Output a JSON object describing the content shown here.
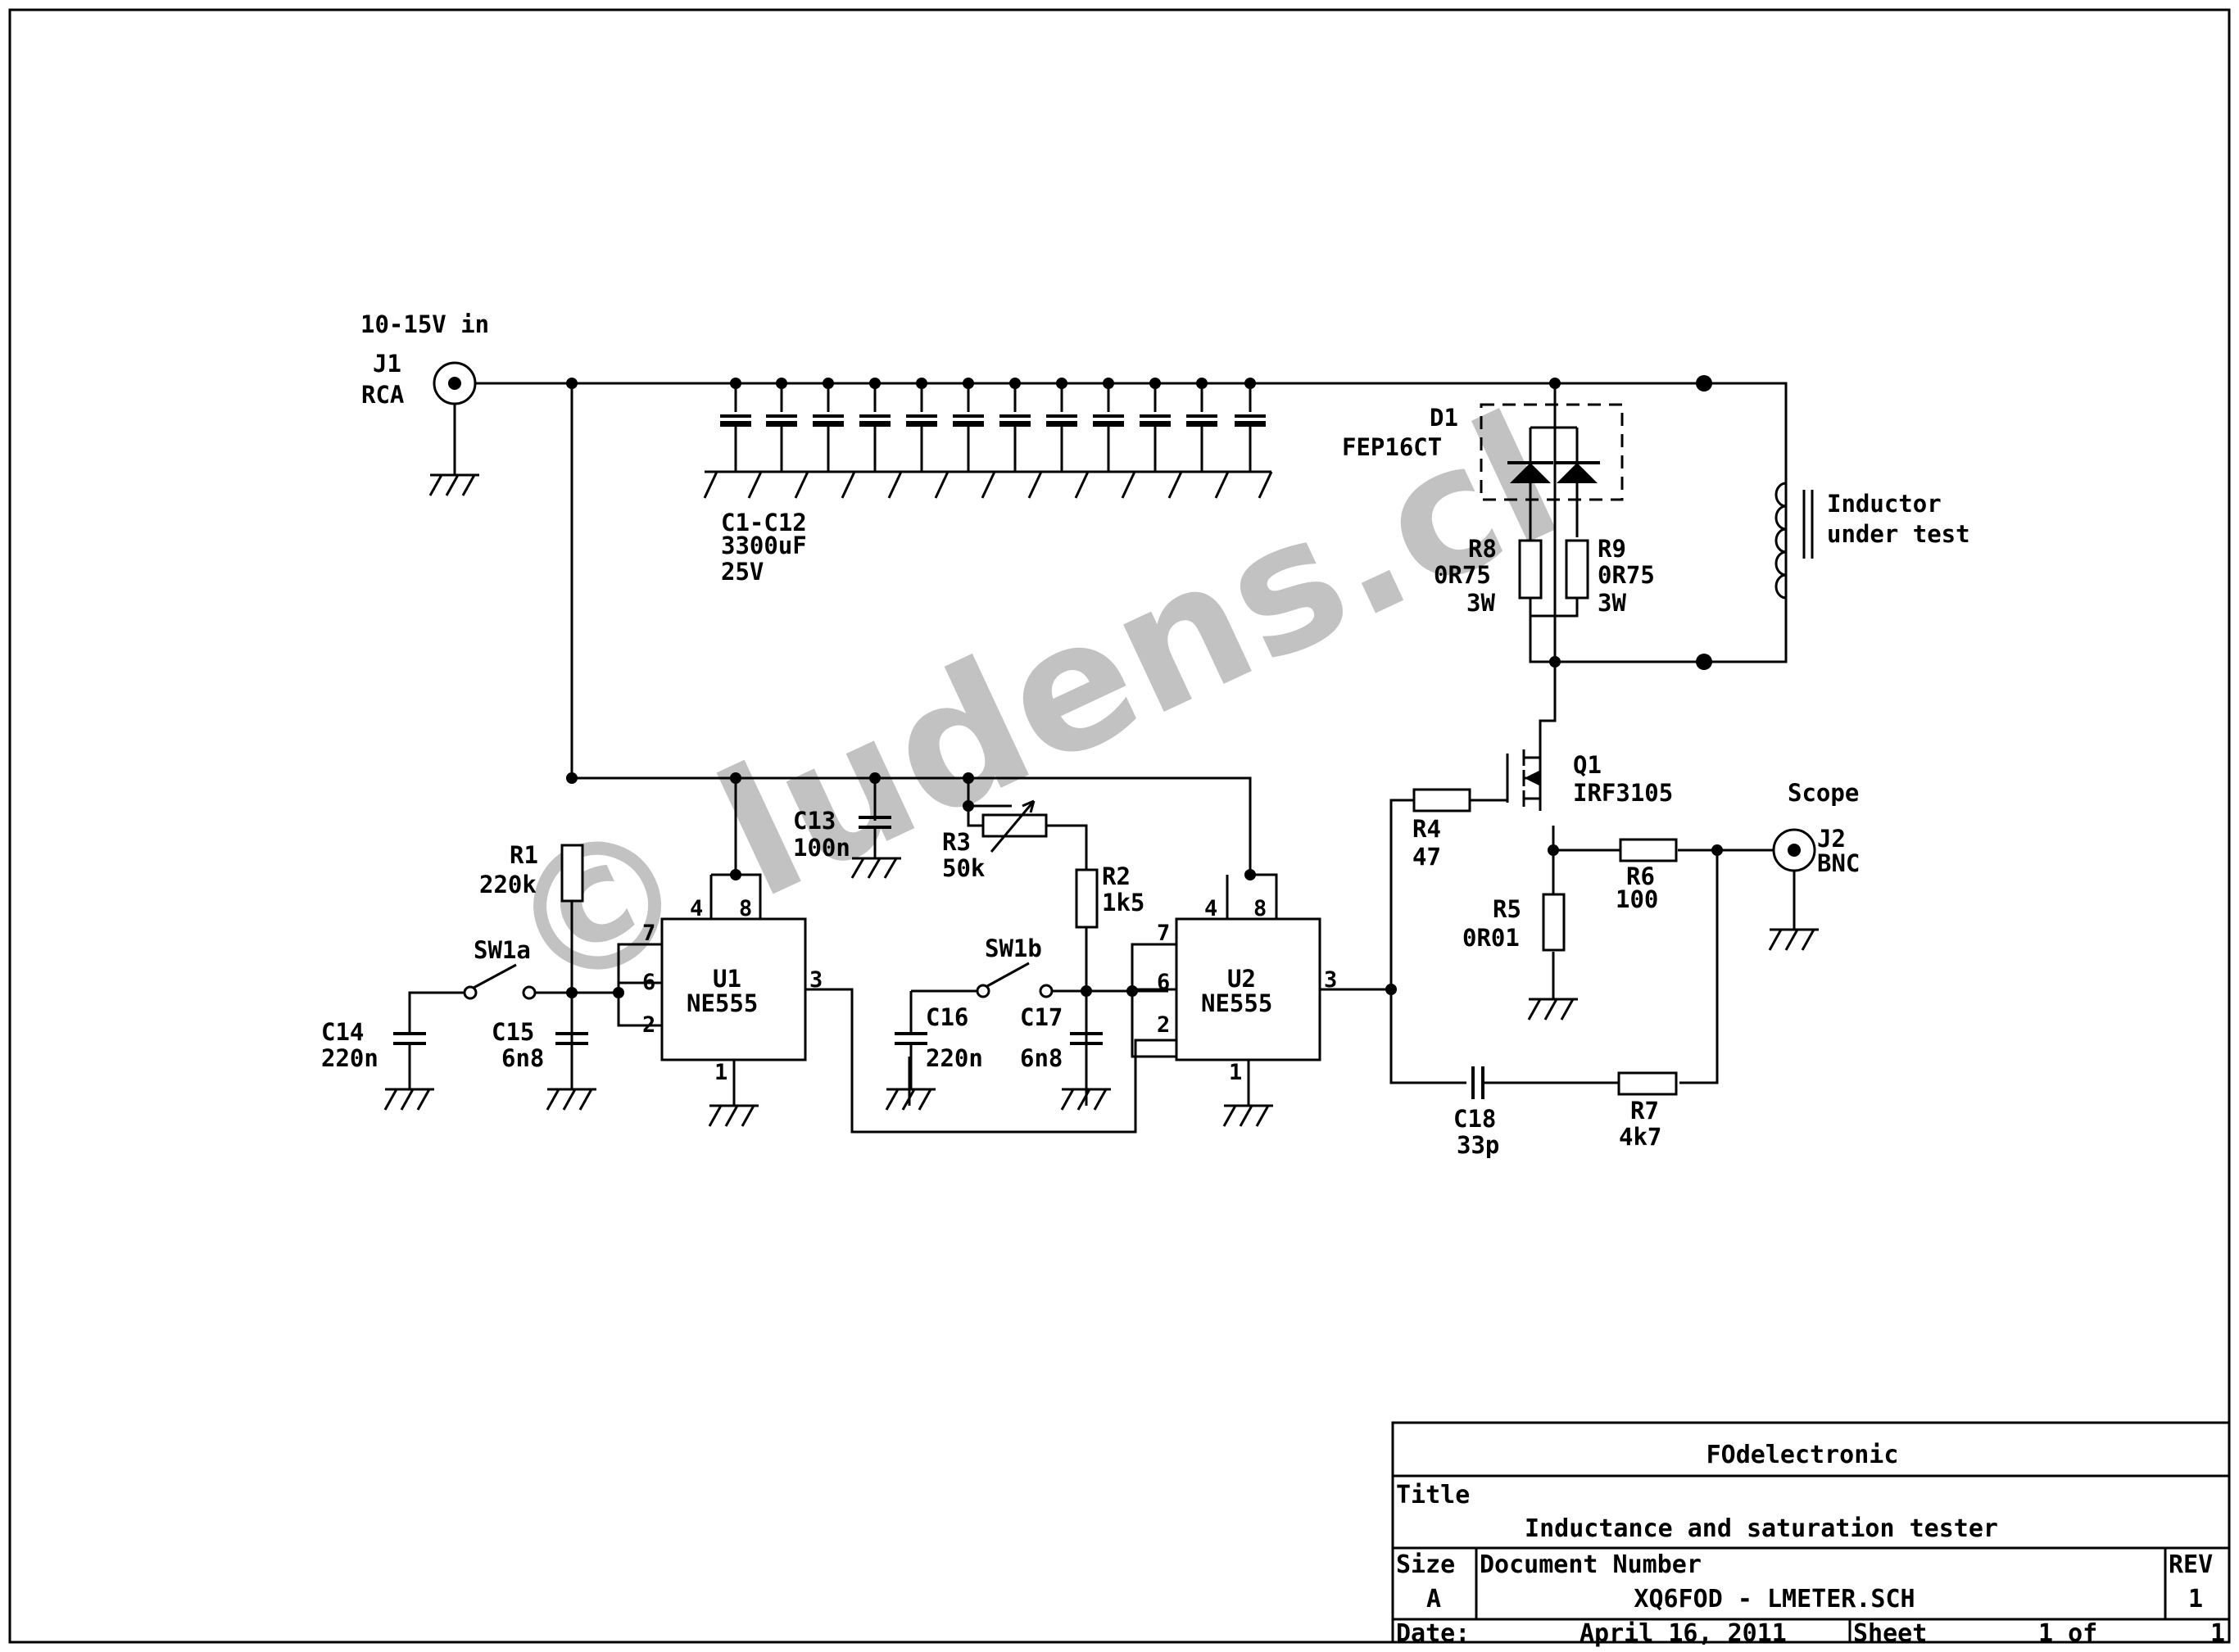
{
  "watermark": "© ludens.cl",
  "labels": {
    "vin": "10-15V in",
    "j1": "J1",
    "j1_type": "RCA",
    "caps_ref": "C1-C12",
    "caps_val": "3300uF",
    "caps_volt": "25V",
    "d1": "D1",
    "d1_val": "FEP16CT",
    "inductor_1": "Inductor",
    "inductor_2": "under test",
    "r8": "R8",
    "r8_val": "0R75",
    "r8_pwr": "3W",
    "r9": "R9",
    "r9_val": "0R75",
    "r9_pwr": "3W",
    "q1": "Q1",
    "q1_val": "IRF3105",
    "scope": "Scope",
    "j2": "J2",
    "j2_type": "BNC",
    "r4": "R4",
    "r4_val": "47",
    "r6": "R6",
    "r6_val": "100",
    "r5": "R5",
    "r5_val": "0R01",
    "c18": "C18",
    "c18_val": "33p",
    "r7": "R7",
    "r7_val": "4k7",
    "r1": "R1",
    "r1_val": "220k",
    "c13": "C13",
    "c13_val": "100n",
    "r3": "R3",
    "r3_val": "50k",
    "r2": "R2",
    "r2_val": "1k5",
    "sw1a": "SW1a",
    "sw1b": "SW1b",
    "c14": "C14",
    "c14_val": "220n",
    "c15": "C15",
    "c15_val": "6n8",
    "c16": "C16",
    "c16_val": "220n",
    "c17": "C17",
    "c17_val": "6n8",
    "u1": "U1",
    "u1_val": "NE555",
    "u2": "U2",
    "u2_val": "NE555",
    "pin4": "4",
    "pin8": "8",
    "pin7": "7",
    "pin6": "6",
    "pin2": "2",
    "pin3": "3",
    "pin1": "1"
  },
  "title_block": {
    "company": "FOdelectronic",
    "title_label": "Title",
    "title": "Inductance and saturation tester",
    "size_label": "Size",
    "size": "A",
    "docnum_label": "Document Number",
    "docnum": "XQ6FOD - LMETER.SCH",
    "rev_label": "REV",
    "rev": "1",
    "date_label": "Date:",
    "date": "April 16, 2011",
    "sheet_label": "Sheet",
    "sheet": "1 of",
    "sheet_total": "1"
  }
}
